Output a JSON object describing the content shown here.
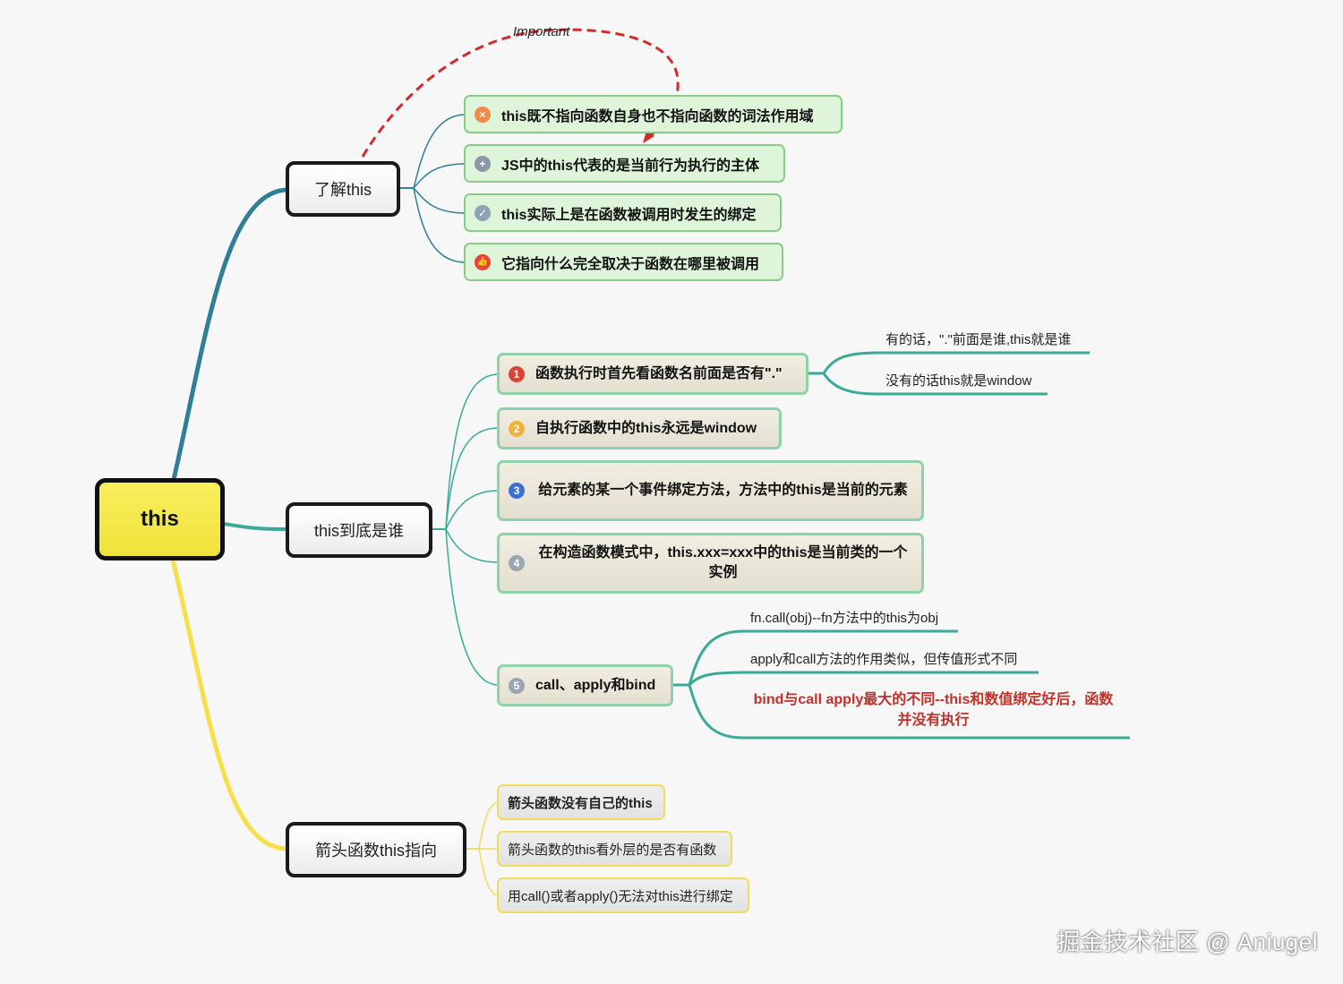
{
  "root": {
    "label": "this"
  },
  "branches": {
    "understand": {
      "label": "了解this",
      "items": [
        {
          "text": "this既不指向函数自身也不指向函数的词法作用域",
          "icon": "x-circle-icon",
          "icon_color": "#f08a4b"
        },
        {
          "text": "JS中的this代表的是当前行为执行的主体",
          "icon": "plus-circle-icon",
          "icon_color": "#8c98a8"
        },
        {
          "text": "this实际上是在函数被调用时发生的绑定",
          "icon": "check-circle-icon",
          "icon_color": "#8ea3b5"
        },
        {
          "text": "它指向什么完全取决于函数在哪里被调用",
          "icon": "thumbs-up-icon",
          "icon_color": "#e8443a"
        }
      ],
      "annotation": "Important"
    },
    "who": {
      "label": "this到底是谁",
      "items": [
        {
          "num": "1",
          "text": "函数执行时首先看函数名前面是否有\".\"",
          "icon_color": "#d8443a"
        },
        {
          "num": "2",
          "text": "自执行函数中的this永远是window",
          "icon_color": "#f2b23a"
        },
        {
          "num": "3",
          "text": "给元素的某一个事件绑定方法，方法中的this是当前的元素",
          "icon_color": "#3a6fd8"
        },
        {
          "num": "4",
          "text": "在构造函数模式中，this.xxx=xxx中的this是当前类的一个实例",
          "icon_color": "#9aa6b2"
        },
        {
          "num": "5",
          "text": "call、apply和bind",
          "icon_color": "#9aa6b2"
        }
      ],
      "dot_children": [
        "有的话，\".\"前面是谁,this就是谁",
        "没有的话this就是window"
      ],
      "call_children": [
        "fn.call(obj)--fn方法中的this为obj",
        "apply和call方法的作用类似，但传值形式不同",
        "bind与call apply最大的不同--this和数值绑定好后，函数并没有执行"
      ]
    },
    "arrow": {
      "label": "箭头函数this指向",
      "items": [
        "箭头函数没有自己的this",
        "箭头函数的this看外层的是否有函数",
        "用call()或者apply()无法对this进行绑定"
      ]
    }
  },
  "colors": {
    "branch1": "#2f7f99",
    "branch2": "#3aaa96",
    "branch3": "#f5e04a",
    "accent": "#d12b2b",
    "call_red": "#c0312a"
  },
  "watermark": "掘金技术社区 @ Aniugel"
}
